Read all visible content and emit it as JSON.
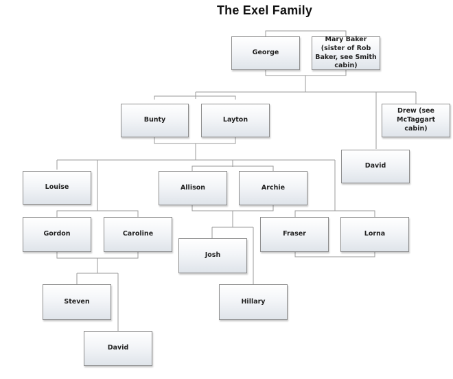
{
  "title": "The Exel Family",
  "colors": {
    "line": "#9a9a9a",
    "box_border": "#8d8d8d",
    "box_fill_top": "#ffffff",
    "box_fill_bottom": "#dfe4ea"
  },
  "people": {
    "george": "George",
    "mary": "Mary Baker (sister of Rob Baker, see Smith cabin)",
    "bunty": "Bunty",
    "layton": "Layton",
    "drew": "Drew (see McTaggart cabin)",
    "david_drew": "David",
    "louise": "Louise",
    "allison": "Allison",
    "archie": "Archie",
    "gordon": "Gordon",
    "caroline": "Caroline",
    "fraser": "Fraser",
    "lorna": "Lorna",
    "josh": "Josh",
    "hillary": "Hillary",
    "steven": "Steven",
    "david_gordon": "David"
  }
}
